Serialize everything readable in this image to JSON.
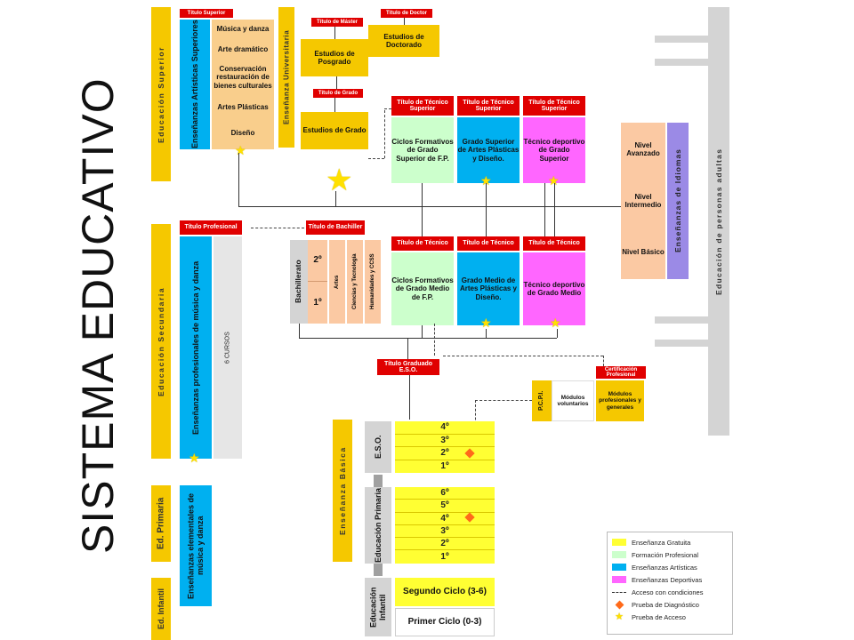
{
  "main_title": "SISTEMA EDUCATIVO",
  "section_labels": {
    "educacion_superior": "Educación Superior",
    "ensenanza_universitaria": "Enseñanza Universitaria",
    "educacion_secundaria": "Educación Secundaria",
    "ed_primaria": "Ed. Primaria",
    "ed_infantil": "Ed. Infantil",
    "ensenanza_basica": "Enseñanza Básica",
    "educacion_adultos": "Educación de personas adultas",
    "ensenanzas_idiomas": "Enseñanzas de Idiomas"
  },
  "artisticas_superiores": {
    "title_badge": "Título Superior",
    "vertical_label": "Enseñanzas Artísticas Superiores",
    "items": [
      "Música y danza",
      "Arte dramático",
      "Conservación restauración de bienes culturales",
      "Artes Plásticas",
      "Diseño"
    ]
  },
  "universidad": {
    "titulo_master": "Título de Máster",
    "titulo_doctor": "Título de Doctor",
    "estudios_doctorado": "Estudios de Doctorado",
    "estudios_posgrado": "Estudios de Posgrado",
    "titulo_grado": "Título de Grado",
    "estudios_grado": "Estudios de Grado"
  },
  "fp_superior": {
    "badges": [
      "Título de Técnico Superior",
      "Título de Técnico Superior",
      "Título de Técnico Superior"
    ],
    "boxes": [
      "Ciclos Formativos de Grado Superior de F.P.",
      "Grado Superior de Artes Plásticas y Diseño.",
      "Técnico deportivo de Grado Superior"
    ]
  },
  "fp_medio": {
    "badges": [
      "Título de Técnico",
      "Título de Técnico",
      "Título de Técnico"
    ],
    "boxes": [
      "Ciclos Formativos de Grado Medio de F.P.",
      "Grado Medio de Artes Plásticas y Diseño.",
      "Técnico deportivo de Grado Medio"
    ]
  },
  "idiomas": {
    "levels": [
      "Nivel Avanzado",
      "Nivel Intermedio",
      "Nivel Básico"
    ]
  },
  "profesionales": {
    "badge": "Título Profesional",
    "vertical_label": "Enseñanzas profesionales de música y danza",
    "cursos": "6 CURSOS"
  },
  "bachillerato": {
    "badge": "Título de Bachiller",
    "label": "Bachillerato",
    "courses": [
      "2º",
      "1º"
    ],
    "modalities": [
      "Artes",
      "Ciencias y Tecnología",
      "Humanidades y CCSS"
    ]
  },
  "eso": {
    "badge": "Título Graduado E.S.O.",
    "label": "E.S.O.",
    "grades": [
      "4º",
      "3º",
      "2º",
      "1º"
    ]
  },
  "pcpi": {
    "label": "P.C.P.I.",
    "voluntarios": "Módulos voluntarios",
    "badge": "Certificación Profesional",
    "obligatorios": "Módulos profesionales y generales"
  },
  "primaria": {
    "label": "Educación Primaria",
    "grades": [
      "6º",
      "5º",
      "4º",
      "3º",
      "2º",
      "1º"
    ],
    "elementales": "Enseñanzas elementales de música y danza"
  },
  "infantil": {
    "label": "Educación Infantil",
    "segundo": "Segundo Ciclo (3-6)",
    "primero": "Primer Ciclo (0-3)"
  },
  "legend": [
    {
      "color": "#ffff33",
      "text": "Enseñanza Gratuita"
    },
    {
      "color": "#ccffcc",
      "text": "Formación Profesional"
    },
    {
      "color": "#00b0f0",
      "text": "Enseñanzas Artísticas"
    },
    {
      "color": "#ff66ff",
      "text": "Enseñanzas Deportivas"
    },
    {
      "symbol": "dashed-arrow",
      "text": "Acceso con condiciones"
    },
    {
      "symbol": "diamond",
      "color": "#ff6a1a",
      "text": "Prueba de Diagnóstico"
    },
    {
      "symbol": "star",
      "color": "#ffe000",
      "text": "Prueba de Acceso"
    }
  ]
}
